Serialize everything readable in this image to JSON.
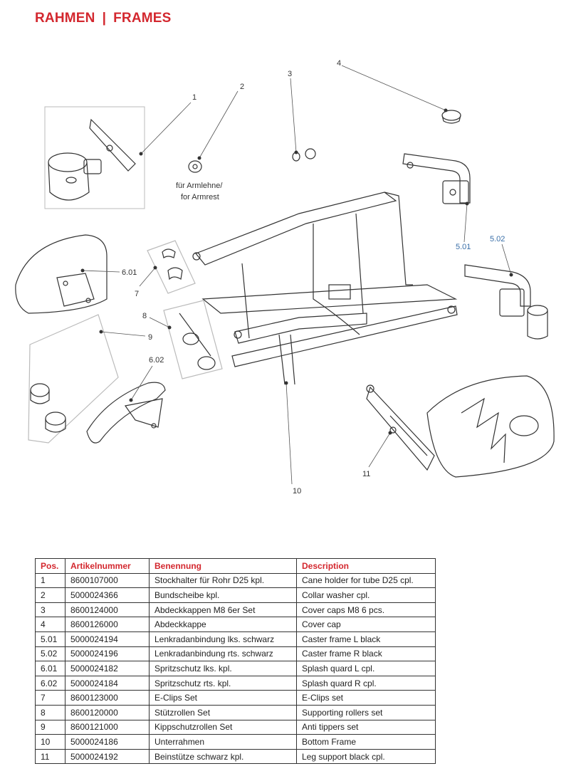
{
  "header": {
    "title_de": "RAHMEN",
    "separator": "|",
    "title_en": "FRAMES"
  },
  "diagram": {
    "callouts": {
      "c1": "1",
      "c2": "2",
      "c3": "3",
      "c4": "4",
      "c501": "5.01",
      "c502": "5.02",
      "c601": "6.01",
      "c602": "6.02",
      "c7": "7",
      "c8": "8",
      "c9": "9",
      "c10": "10",
      "c11": "11"
    },
    "note_line1": "für Armlehne/",
    "note_line2": "for Armrest"
  },
  "table": {
    "headers": [
      "Pos.",
      "Artikelnummer",
      "Benennung",
      "Description"
    ],
    "rows": [
      [
        "1",
        "8600107000",
        "Stockhalter für Rohr D25 kpl.",
        "Cane holder for tube D25 cpl."
      ],
      [
        "2",
        "5000024366",
        "Bundscheibe kpl.",
        "Collar washer cpl."
      ],
      [
        "3",
        "8600124000",
        "Abdeckkappen M8 6er Set",
        "Cover caps M8 6 pcs."
      ],
      [
        "4",
        "8600126000",
        "Abdeckkappe",
        "Cover cap"
      ],
      [
        "5.01",
        "5000024194",
        "Lenkradanbindung lks. schwarz",
        "Caster frame L black"
      ],
      [
        "5.02",
        "5000024196",
        "Lenkradanbindung rts. schwarz",
        "Caster frame R black"
      ],
      [
        "6.01",
        "5000024182",
        "Spritzschutz lks. kpl.",
        "Splash quard L cpl."
      ],
      [
        "6.02",
        "5000024184",
        "Spritzschutz rts. kpl.",
        "Splash quard R cpl."
      ],
      [
        "7",
        "8600123000",
        "E-Clips Set",
        "E-Clips set"
      ],
      [
        "8",
        "8600120000",
        "Stützrollen Set",
        "Supporting rollers set"
      ],
      [
        "9",
        "8600121000",
        "Kippschutzrollen Set",
        "Anti tippers set"
      ],
      [
        "10",
        "5000024186",
        "Unterrahmen",
        "Bottom Frame"
      ],
      [
        "11",
        "5000024192",
        "Beinstütze schwarz kpl.",
        "Leg support black cpl."
      ]
    ]
  },
  "colors": {
    "accent_red": "#d3272e",
    "callout_blue": "#3a6fa8",
    "line_art": "#333333"
  }
}
